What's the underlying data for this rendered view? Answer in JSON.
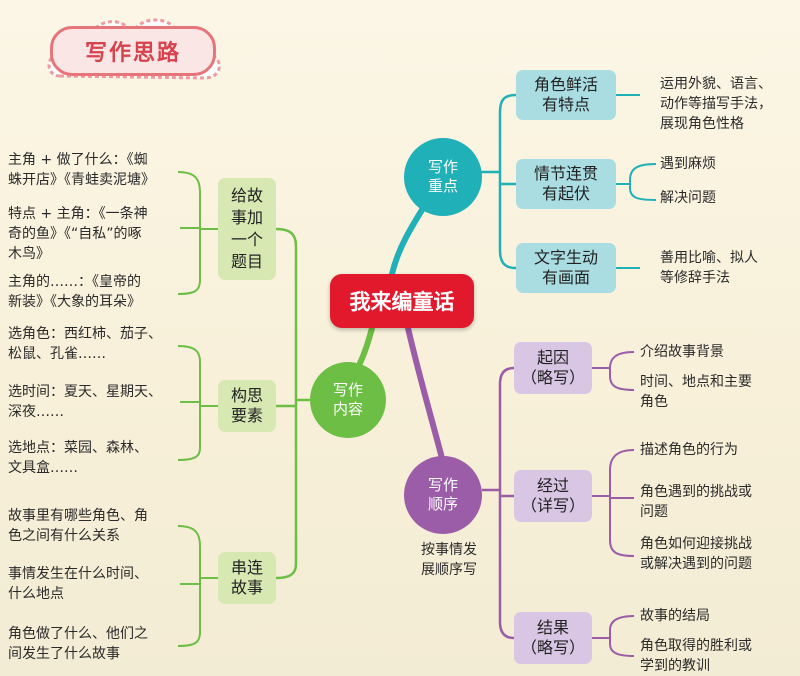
{
  "title": "写作思路",
  "center": "我来编童话",
  "colors": {
    "center": "#e2182c",
    "teal": "#1fb0b8",
    "green": "#6dbe45",
    "purple": "#9b5ca8"
  },
  "hubs": {
    "teal": "写作\n重点",
    "green": "写作\n内容",
    "purple": "写作\n顺序",
    "purple_caption": "按事情发\n展顺序写"
  },
  "teal_boxes": [
    {
      "label": "角色鲜活\n有特点",
      "notes": [
        "运用外貌、语言、\n动作等描写手法，\n展现角色性格"
      ]
    },
    {
      "label": "情节连贯\n有起伏",
      "notes": [
        "遇到麻烦",
        "解决问题"
      ]
    },
    {
      "label": "文字生动\n有画面",
      "notes": [
        "善用比喻、拟人\n等修辞手法"
      ]
    }
  ],
  "green_boxes": [
    {
      "label": "给故\n事加\n一个\n题目",
      "notes": [
        "主角 + 做了什么：《蜘\n蛛开店》《青蛙卖泥塘》",
        "特点 + 主角：《一条神\n奇的鱼》《“自私”的啄\n木鸟》",
        "主角的……：《皇帝的\n新装》《大象的耳朵》"
      ]
    },
    {
      "label": "构思\n要素",
      "notes": [
        "选角色：西红柿、茄子、\n松鼠、孔雀……",
        "选时间：夏天、星期天、\n深夜……",
        "选地点：菜园、森林、\n文具盒……"
      ]
    },
    {
      "label": "串连\n故事",
      "notes": [
        "故事里有哪些角色、角\n色之间有什么关系",
        "事情发生在什么时间、\n什么地点",
        "角色做了什么、他们之\n间发生了什么故事"
      ]
    }
  ],
  "purple_boxes": [
    {
      "label": "起因\n（略写）",
      "notes": [
        "介绍故事背景",
        "时间、地点和主要\n角色"
      ]
    },
    {
      "label": "经过\n（详写）",
      "notes": [
        "描述角色的行为",
        "角色遇到的挑战或\n问题",
        "角色如何迎接挑战\n或解决遇到的问题"
      ]
    },
    {
      "label": "结果\n（略写）",
      "notes": [
        "故事的结局",
        "角色取得的胜利或\n学到的教训"
      ]
    }
  ]
}
